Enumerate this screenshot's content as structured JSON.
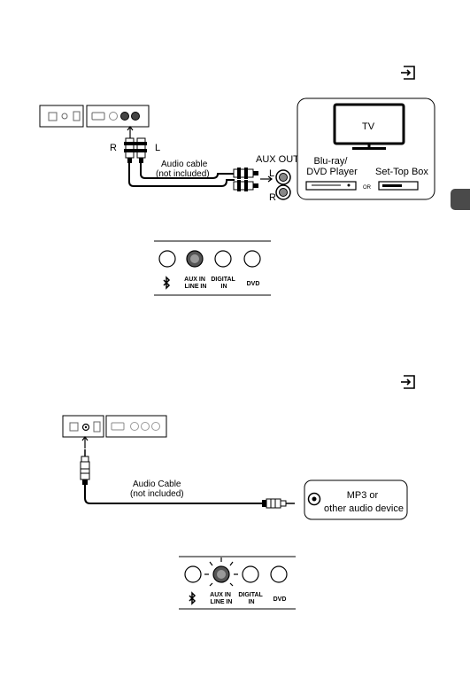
{
  "section1": {
    "cable_label": [
      "Audio cable",
      "(not included)"
    ],
    "plug_left_label": "R",
    "plug_right_label": "L",
    "aux_out_title": "AUX OUT",
    "aux_out_l": "L",
    "aux_out_r": "R",
    "tv_label": "TV",
    "bluray_label": [
      "Blu-ray/",
      "DVD Player"
    ],
    "or_label": "OR",
    "settop_label": "Set-Top Box"
  },
  "panel1": {
    "active_index": 1,
    "labels": [
      {
        "lines": [],
        "icon": "bluetooth-icon"
      },
      {
        "lines": [
          "AUX IN",
          "LINE IN"
        ]
      },
      {
        "lines": [
          "DIGITAL",
          "IN"
        ]
      },
      {
        "lines": [
          "DVD"
        ]
      }
    ]
  },
  "section2": {
    "cable_label": [
      "Audio Cable",
      "(not included)"
    ],
    "device_label": [
      "MP3 or",
      "other audio device"
    ]
  },
  "panel2": {
    "active_index": 1,
    "labels": [
      {
        "lines": [],
        "icon": "bluetooth-icon"
      },
      {
        "lines": [
          "AUX IN",
          "LINE IN"
        ]
      },
      {
        "lines": [
          "DIGITAL",
          "IN"
        ]
      },
      {
        "lines": [
          "DVD"
        ]
      }
    ]
  },
  "icons": {
    "input_icon_top": "input-source-icon",
    "input_icon_bottom": "input-source-icon"
  }
}
